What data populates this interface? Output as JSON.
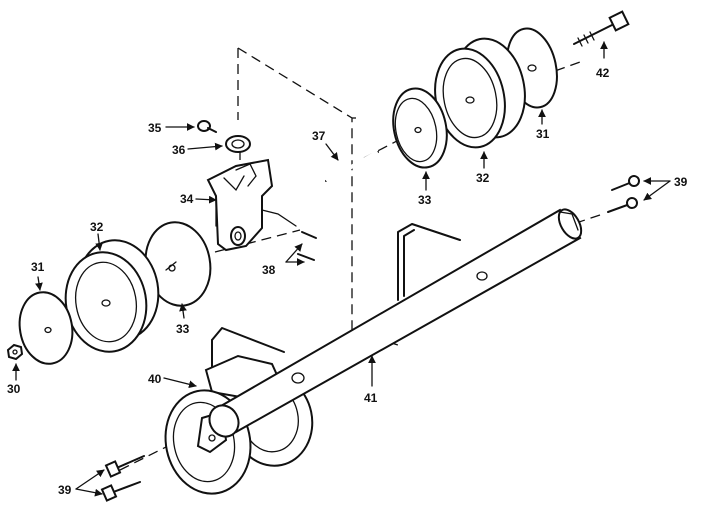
{
  "labels": {
    "l30": "30",
    "l31a": "31",
    "l31b": "31",
    "l32a": "32",
    "l32b": "32",
    "l33a": "33",
    "l33b": "33",
    "l34": "34",
    "l35": "35",
    "l36": "36",
    "l37": "37",
    "l38": "38",
    "l39a": "39",
    "l39b": "39",
    "l40": "40",
    "l41": "41",
    "l42": "42"
  }
}
